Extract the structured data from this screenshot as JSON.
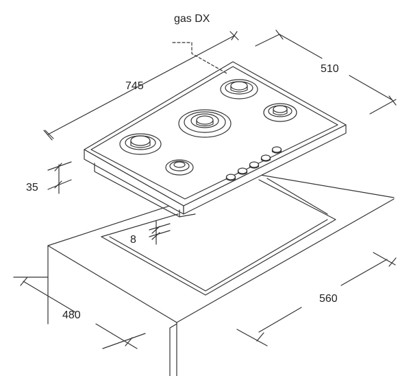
{
  "diagram": {
    "gas_label": "gas DX",
    "dimensions": {
      "width": "745",
      "depth": "510",
      "height": "35",
      "overhang": "8",
      "cutout_depth": "480",
      "cutout_width": "560"
    },
    "burner_count": 5,
    "knob_count": 5
  }
}
